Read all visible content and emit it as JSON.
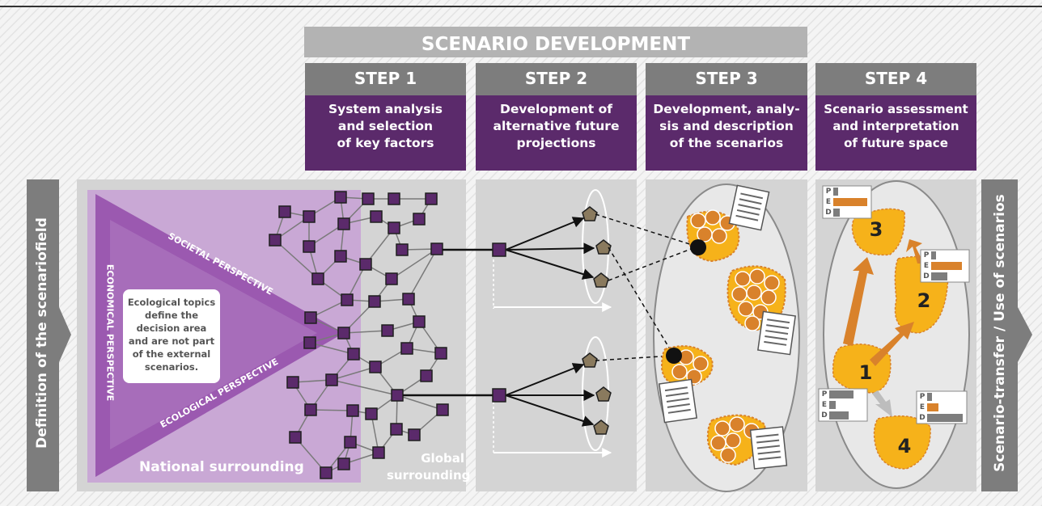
{
  "header": {
    "title": "SCENARIO DEVELOPMENT"
  },
  "steps": [
    {
      "label": "STEP 1",
      "desc": [
        "System analysis",
        "and selection",
        "of key factors"
      ]
    },
    {
      "label": "STEP 2",
      "desc": [
        "Development of",
        "alternative future",
        "projections"
      ]
    },
    {
      "label": "STEP 3",
      "desc": [
        "Development, analy-",
        "sis and description",
        "of the scenarios"
      ]
    },
    {
      "label": "STEP 4",
      "desc": [
        "Scenario assessment",
        "and interpretation",
        "of future space"
      ]
    }
  ],
  "side": {
    "left": "Definition of the scenariofield",
    "right": "Scenario-transfer / Use of scenarios"
  },
  "perspectives": {
    "societal": "SOCIETAL PERSPECTIVE",
    "economical": "ECONOMICAL PERSPECTIVE",
    "ecological": "ECOLOGICAL PERSPECTIVE"
  },
  "center_note": [
    "Ecological topics",
    "define the",
    "decision area",
    "and are not part",
    "of the external",
    "scenarios."
  ],
  "national_label": "National surrounding",
  "global_label": [
    "Global",
    "surrounding"
  ],
  "scenario_numbers": [
    "1",
    "2",
    "3",
    "4"
  ],
  "bar_letters": [
    "P",
    "E",
    "D"
  ],
  "colors": {
    "purple_dark": "#5b2a6b",
    "purple_mid": "#9b59b0",
    "purple_light": "#c9a8d5",
    "gray_dark": "#7d7d7d",
    "gray_light": "#d4d4d4",
    "orange": "#f6b21a",
    "orange_dark": "#d9822b",
    "header_gray": "#b3b3b3"
  }
}
